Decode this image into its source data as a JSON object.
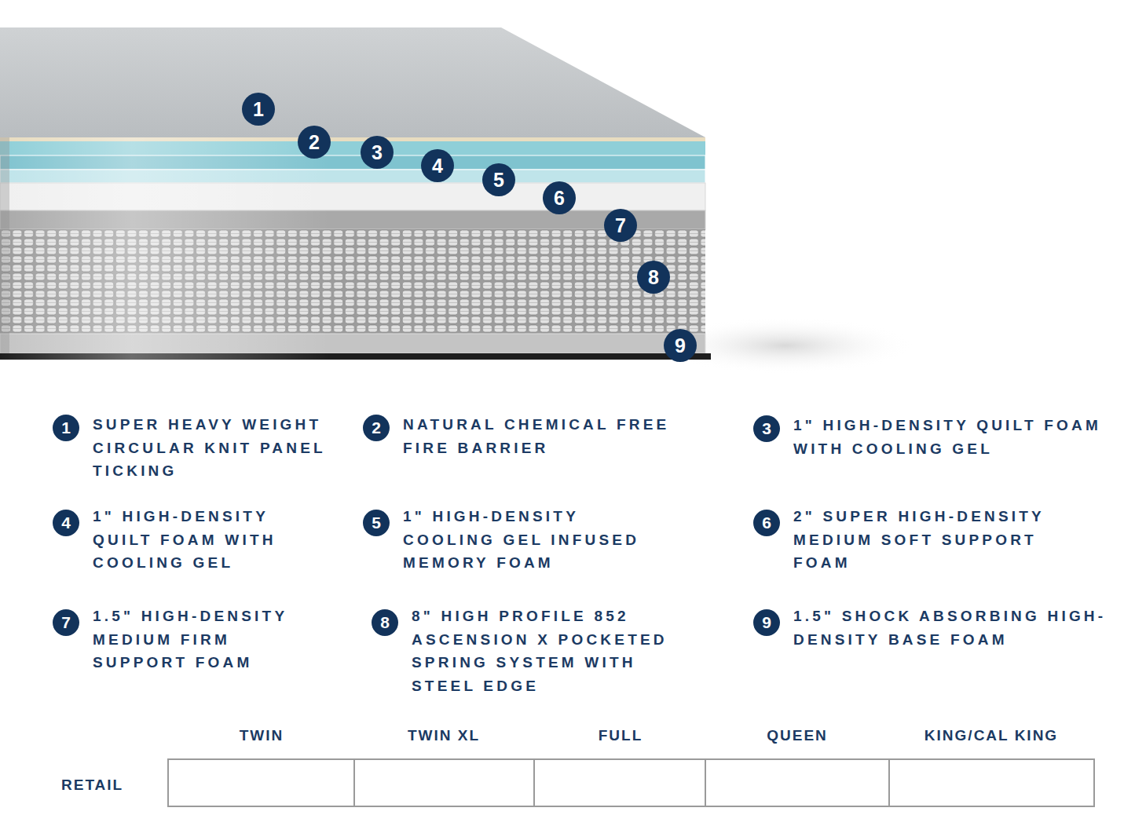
{
  "diagram": {
    "nodes": [
      {
        "text": [
          "1"
        ]
      },
      {
        "text": [
          "2"
        ]
      },
      {
        "text": [
          "3"
        ]
      },
      {
        "text": [
          "4"
        ]
      },
      {
        "text": [
          "5"
        ]
      },
      {
        "text": [
          "6"
        ]
      },
      {
        "text": [
          "7"
        ]
      },
      {
        "text": [
          "8"
        ]
      },
      {
        "text": [
          "9"
        ]
      },
      {
        "text": [
          "1",
          "SUPER HEAVY WEIGHT CIRCULAR KNIT PANEL TICKING"
        ]
      },
      {
        "text": [
          "2",
          "NATURAL CHEMICAL FREE FIRE BARRIER"
        ]
      },
      {
        "text": [
          "3",
          "1\" HIGH-DENSITY QUILT FOAM WITH COOLING GEL"
        ]
      },
      {
        "text": [
          "4",
          "1\" HIGH-DENSITY QUILT FOAM WITH COOLING GEL"
        ]
      },
      {
        "text": [
          "5",
          "1\" HIGH-DENSITY COOLING GEL INFUSED MEMORY FOAM"
        ]
      },
      {
        "text": [
          "6",
          "2\" SUPER HIGH-DENSITY MEDIUM SOFT SUPPORT FOAM"
        ]
      },
      {
        "text": [
          "7",
          "1.5\" HIGH-DENSITY MEDIUM FIRM SUPPORT FOAM"
        ]
      },
      {
        "text": [
          "8",
          "8\" HIGH PROFILE 852 ASCENSION X POCKETED SPRING SYSTEM WITH STEEL EDGE"
        ]
      },
      {
        "text": [
          "9",
          "1.5\" SHOCK ABSORBING HIGH-DENSITY BASE FOAM"
        ]
      }
    ],
    "labels": [
      "TWIN",
      "TWIN XL",
      "FULL",
      "QUEEN",
      "KING/CAL KING",
      "RETAIL"
    ]
  }
}
